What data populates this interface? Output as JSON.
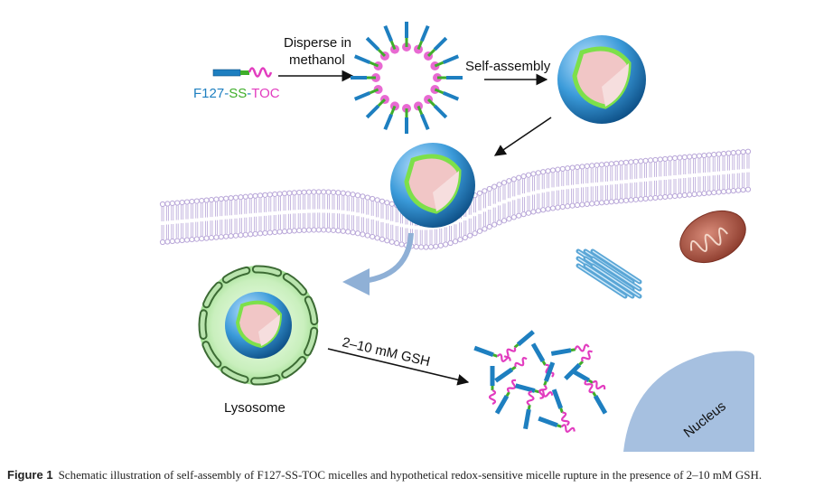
{
  "labels": {
    "molecule_part1": "F127",
    "molecule_sep1": "-",
    "molecule_part2": "SS",
    "molecule_sep2": "-",
    "molecule_part3": "TOC",
    "disperse_line1": "Disperse in",
    "disperse_line2": "methanol",
    "self_assembly": "Self-assembly",
    "gsh": "2–10 mM GSH",
    "lysosome": "Lysosome",
    "nucleus": "Nucleus"
  },
  "caption": {
    "label": "Figure 1",
    "text": "Schematic illustration of self-assembly of F127-SS-TOC micelles and hypothetical redox-sensitive micelle rupture in the presence of 2–10 mM GSH."
  },
  "colors": {
    "f127_segment": "#1e7fc0",
    "ss_linker": "#3fae2a",
    "toc_segment": "#e23cbf",
    "membrane": "#b8a6d8",
    "lysosome": "#bde9b0",
    "nucleus": "#a6c0e0",
    "mitochondrion": "#b35c4a"
  }
}
